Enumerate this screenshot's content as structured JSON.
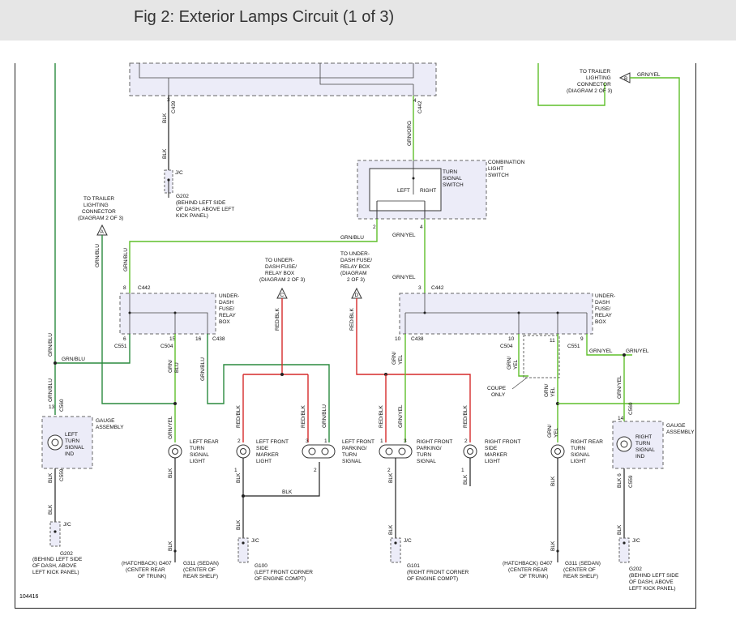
{
  "header": {
    "title": "Fig 2: Exterior Lamps Circuit (1 of 3)"
  },
  "doc_id": "104416",
  "colors": {
    "green_wire": "#5fbf2a",
    "dark_green_wire": "#2a8a3e",
    "red_wire": "#d62a2a",
    "black_wire": "#222222",
    "module_fill": "#ececf8"
  },
  "labels": {
    "c438": "C438",
    "c442": "C442",
    "blk": "BLK",
    "grn_org": "GRN/ORG",
    "jc": "J/C",
    "g202": "G202",
    "behind_left": "(BEHIND LEFT SIDE\nOF DASH, ABOVE LEFT\nKICK PANEL)",
    "behind_left_b": "(BEHIND LEFT SIDE\nOF DASH, ABOVE\nLEFT KICK PANEL)",
    "behind_left_c": "(BEHIND LEFT SIDE\nOF DASH, ABOVE\nLEFT KICK PANEL)",
    "combination_switch": "COMBINATION\nLIGHT\nSWITCH",
    "turn_signal_switch": "TURN\nSIGNAL\nSWITCH",
    "left": "LEFT",
    "right": "RIGHT",
    "trailer_left": "TO TRAILER\nLIGHTING\nCONNECTOR\n(DIAGRAM 2 OF 3)",
    "trailer_right": "TO TRAILER\nLIGHTING\nCONNECTOR\n(DIAGRAM 2 OF 3)",
    "grn_blu": "GRN/BLU",
    "grn_yel": "GRN/YEL",
    "under_dash_fuse": "UNDER-\nDASH\nFUSE/\nRELAY\nBOX",
    "to_under_dash_c": "TO UNDER-\nDASH FUSE/\nRELAY BOX\n(DIAGRAM 2 OF 3)",
    "to_under_dash_d": "TO UNDER-\nDASH FUSE/\nRELAY BOX\n(DIAGRAM\n2 OF 3)",
    "red_blk": "RED/BLK",
    "c551": "C551",
    "c504": "C504",
    "coupe_only": "COUPE\nONLY",
    "c560": "C560",
    "c559": "C559",
    "gauge_assembly": "GAUGE\nASSEMBLY",
    "left_turn_ind": "LEFT\nTURN\nSIGNAL\nIND",
    "right_turn_ind": "RIGHT\nTURN\nSIGNAL\nIND",
    "left_rear_turn": "LEFT REAR\nTURN\nSIGNAL\nLIGHT",
    "right_rear_turn": "RIGHT REAR\nTURN\nSIGNAL\nLIGHT",
    "left_front_side": "LEFT FRONT\nSIDE\nMARKER\nLIGHT",
    "left_front_parking": "LEFT FRONT\nPARKING/\nTURN\nSIGNAL",
    "right_front_parking": "RIGHT FRONT\nPARKING/\nTURN\nSIGNAL",
    "right_front_side": "RIGHT FRONT\nSIDE\nMARKER\nLIGHT",
    "hatchback_g407": "(HATCHBACK) G407",
    "center_rear_trunk": "(CENTER REAR\nOF TRUNK)",
    "g311_sedan": "G311 (SEDAN)",
    "center_rear_shelf": "(CENTER OF\nREAR SHELF)",
    "g100": "G100",
    "g100_desc": "(LEFT FRONT CORNER\nOF ENGINE COMPT)",
    "g101": "G101",
    "g101_desc": "(RIGHT FRONT CORNER\nOF ENGINE COMPT)",
    "connector_a": "A",
    "connector_b": "B",
    "connector_c": "C",
    "connector_d": "D"
  }
}
